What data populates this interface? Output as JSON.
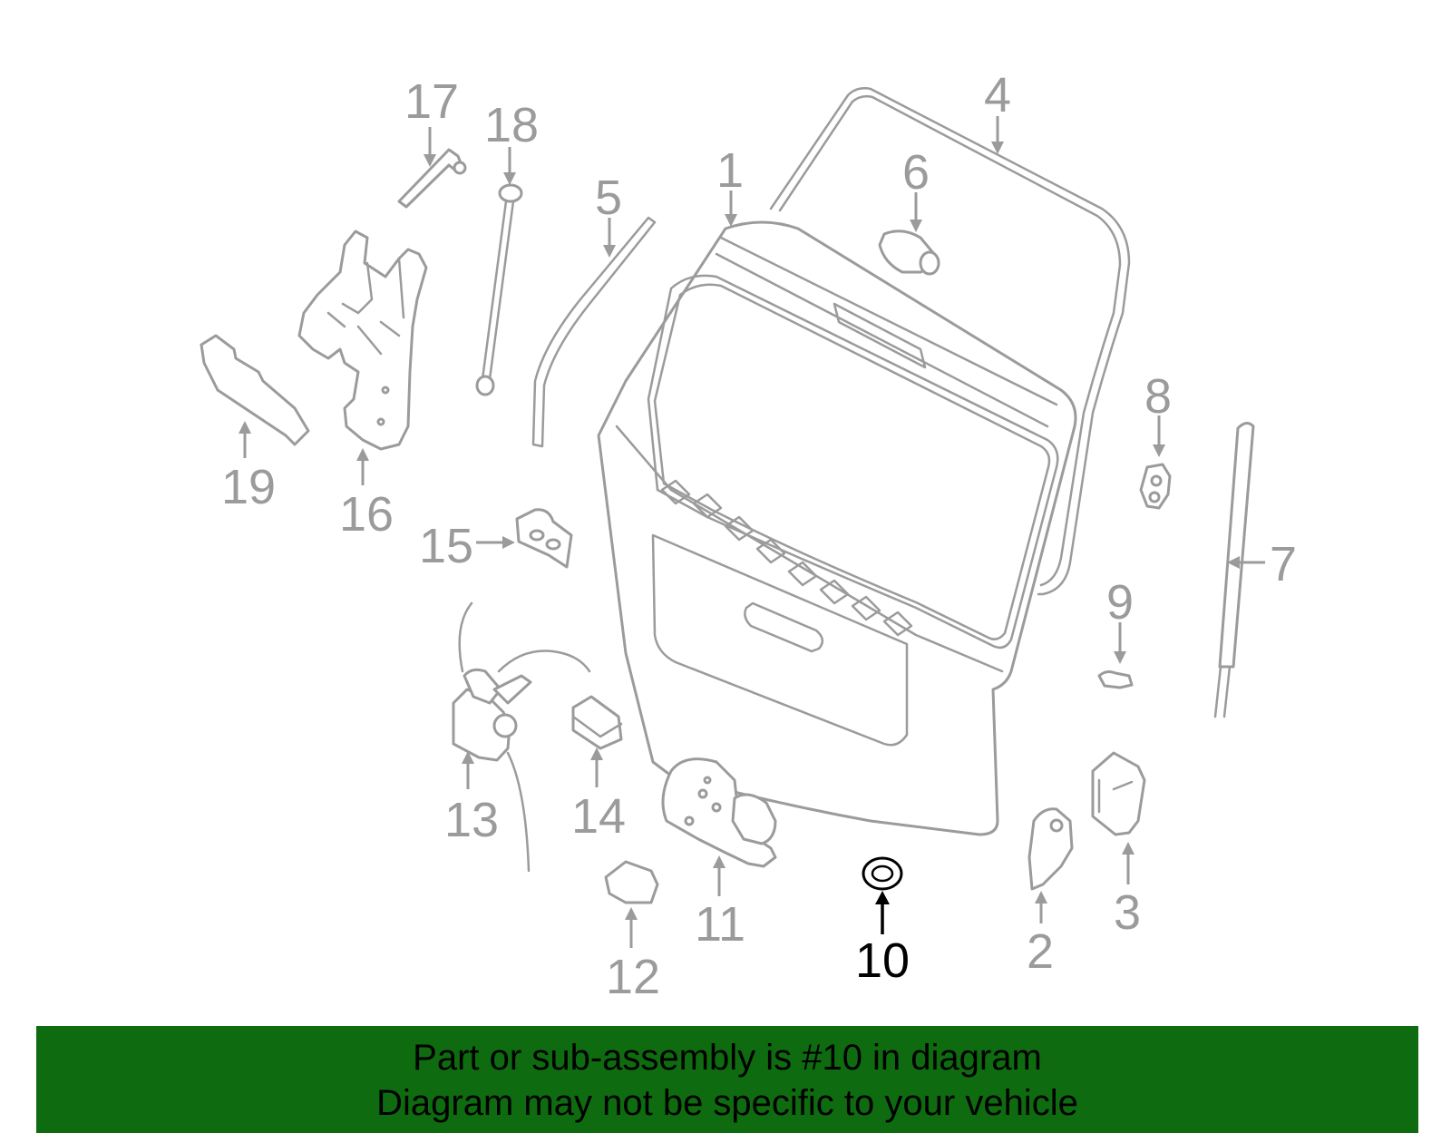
{
  "diagram": {
    "callouts": [
      "1",
      "2",
      "3",
      "4",
      "5",
      "6",
      "7",
      "8",
      "9",
      "10",
      "11",
      "12",
      "13",
      "14",
      "15",
      "16",
      "17",
      "18",
      "19"
    ],
    "highlighted_callout": "10",
    "colors": {
      "part_stroke": "#9b9b9b",
      "highlight": "#000000",
      "banner": "#0f6b0f"
    }
  },
  "banner": {
    "line1": "Part or sub-assembly is #10 in diagram",
    "line2": "Diagram may not be specific to your vehicle"
  }
}
